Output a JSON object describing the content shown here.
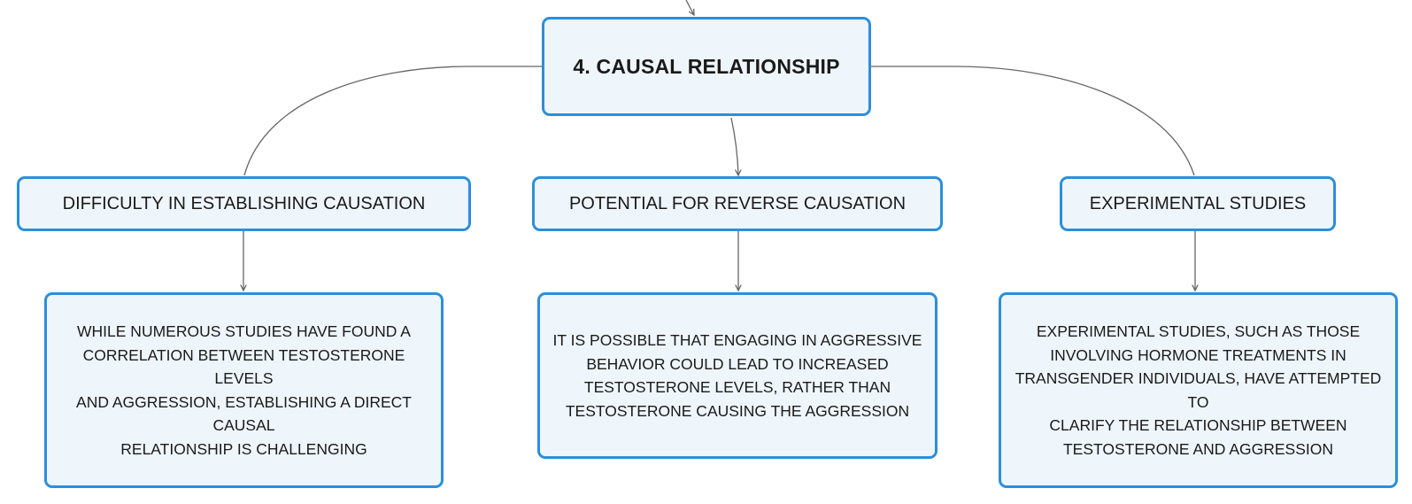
{
  "root": {
    "label": "4. CAUSAL RELATIONSHIP"
  },
  "branches": [
    {
      "label": "DIFFICULTY IN ESTABLISHING CAUSATION",
      "detail_lines": [
        "WHILE NUMEROUS STUDIES HAVE FOUND A",
        "CORRELATION BETWEEN TESTOSTERONE LEVELS",
        "AND AGGRESSION, ESTABLISHING A DIRECT CAUSAL",
        "RELATIONSHIP IS CHALLENGING"
      ]
    },
    {
      "label": "POTENTIAL FOR REVERSE CAUSATION",
      "detail_lines": [
        "IT IS POSSIBLE THAT ENGAGING IN AGGRESSIVE",
        "BEHAVIOR COULD LEAD TO INCREASED",
        "TESTOSTERONE LEVELS, RATHER THAN",
        "TESTOSTERONE CAUSING THE AGGRESSION"
      ]
    },
    {
      "label": "EXPERIMENTAL STUDIES",
      "detail_lines": [
        "EXPERIMENTAL STUDIES, SUCH AS THOSE",
        "INVOLVING HORMONE TREATMENTS IN",
        "TRANSGENDER INDIVIDUALS, HAVE ATTEMPTED TO",
        "CLARIFY THE RELATIONSHIP BETWEEN",
        "TESTOSTERONE AND AGGRESSION"
      ]
    }
  ],
  "colors": {
    "border": "#2b8fdb",
    "fill": "#eef6fc",
    "connector": "#666666"
  }
}
